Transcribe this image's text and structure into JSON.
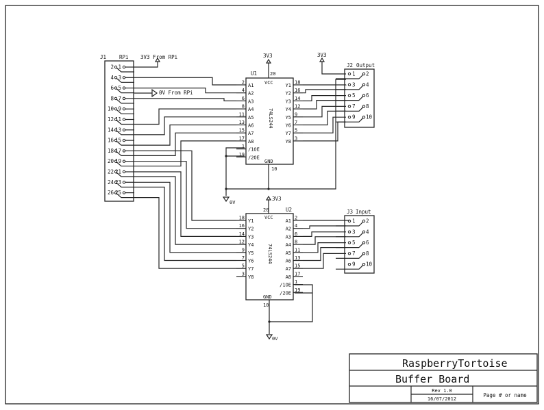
{
  "title_block": {
    "project": "RaspberryTortoise",
    "sheet": "Buffer Board",
    "revision": "Rev 1.0",
    "date": "16/07/2012",
    "page": "Page # or name"
  },
  "connectors": {
    "j1": {
      "ref": "J1",
      "name": "RPi",
      "odd_pins": [
        "1",
        "3",
        "5",
        "7",
        "9",
        "11",
        "13",
        "15",
        "17",
        "19",
        "21",
        "23",
        "25"
      ],
      "even_pins": [
        "2",
        "4",
        "6",
        "8",
        "10",
        "12",
        "14",
        "16",
        "18",
        "20",
        "22",
        "24",
        "26"
      ]
    },
    "j2": {
      "ref": "J2",
      "name": "Output",
      "odd_pins": [
        "1",
        "3",
        "5",
        "7",
        "9"
      ],
      "even_pins": [
        "2",
        "4",
        "6",
        "8",
        "10"
      ]
    },
    "j3": {
      "ref": "J3",
      "name": "Input",
      "odd_pins": [
        "1",
        "3",
        "5",
        "7",
        "9"
      ],
      "even_pins": [
        "2",
        "4",
        "6",
        "8",
        "10"
      ]
    }
  },
  "chips": {
    "u1": {
      "ref": "U1",
      "part": "74LS244",
      "vcc_label": "VCC",
      "gnd_label": "GND",
      "vcc_pin": "20",
      "gnd_pin": "10",
      "left_pins": [
        {
          "num": "2",
          "name": "A1"
        },
        {
          "num": "4",
          "name": "A2"
        },
        {
          "num": "6",
          "name": "A3"
        },
        {
          "num": "8",
          "name": "A4"
        },
        {
          "num": "11",
          "name": "A5"
        },
        {
          "num": "13",
          "name": "A6"
        },
        {
          "num": "15",
          "name": "A7"
        },
        {
          "num": "17",
          "name": "A8"
        },
        {
          "num": "1",
          "name": "/1OE"
        },
        {
          "num": "19",
          "name": "/2OE"
        }
      ],
      "right_pins": [
        {
          "num": "18",
          "name": "Y1"
        },
        {
          "num": "16",
          "name": "Y2"
        },
        {
          "num": "14",
          "name": "Y3"
        },
        {
          "num": "12",
          "name": "Y4"
        },
        {
          "num": "9",
          "name": "Y5"
        },
        {
          "num": "7",
          "name": "Y6"
        },
        {
          "num": "5",
          "name": "Y7"
        },
        {
          "num": "3",
          "name": "Y8"
        }
      ]
    },
    "u2": {
      "ref": "U2",
      "part": "74LS244",
      "vcc_label": "VCC",
      "gnd_label": "GND",
      "vcc_pin": "20",
      "gnd_pin": "10",
      "left_pins": [
        {
          "num": "18",
          "name": "Y1"
        },
        {
          "num": "16",
          "name": "Y2"
        },
        {
          "num": "14",
          "name": "Y3"
        },
        {
          "num": "12",
          "name": "Y4"
        },
        {
          "num": "9",
          "name": "Y5"
        },
        {
          "num": "7",
          "name": "Y6"
        },
        {
          "num": "5",
          "name": "Y7"
        },
        {
          "num": "3",
          "name": "Y8"
        }
      ],
      "right_pins": [
        {
          "num": "2",
          "name": "A1"
        },
        {
          "num": "4",
          "name": "A2"
        },
        {
          "num": "6",
          "name": "A3"
        },
        {
          "num": "8",
          "name": "A4"
        },
        {
          "num": "11",
          "name": "A5"
        },
        {
          "num": "13",
          "name": "A6"
        },
        {
          "num": "15",
          "name": "A7"
        },
        {
          "num": "17",
          "name": "A8"
        },
        {
          "num": "1",
          "name": "/1OE"
        },
        {
          "num": "19",
          "name": "/2OE"
        }
      ]
    }
  },
  "power_labels": {
    "rpi_3v3": "3V3 From RPi",
    "rpi_0v": "0V From RPi",
    "u1_vcc": "3V3",
    "j2_vcc": "3V3",
    "u2_vcc": "3V3",
    "u1_gnd": "0V",
    "u2_gnd": "0V"
  }
}
